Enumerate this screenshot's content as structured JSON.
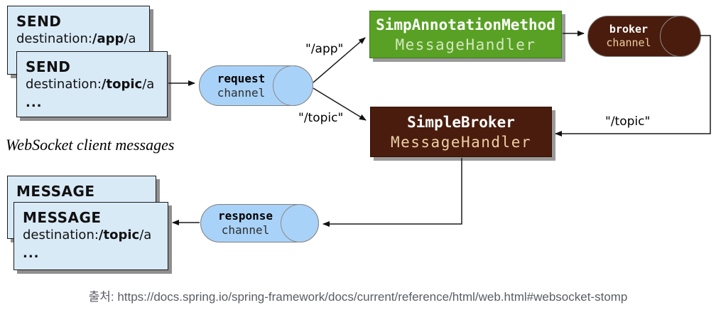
{
  "client": {
    "send_back": {
      "title": "SEND",
      "dest_prefix": "destination:",
      "dest_bold": "/app",
      "dest_suffix": "/a"
    },
    "send_front": {
      "title": "SEND",
      "dest_prefix": "destination:",
      "dest_bold": "/topic",
      "dest_suffix": "/a",
      "ellipsis": "..."
    },
    "caption": "WebSocket client messages",
    "message_back": {
      "title": "MESSAGE"
    },
    "message_front": {
      "title": "MESSAGE",
      "dest_prefix": "destination:",
      "dest_bold": "/topic",
      "dest_suffix": "/a",
      "ellipsis": "..."
    }
  },
  "channels": {
    "request": {
      "name": "request",
      "type": "channel"
    },
    "response": {
      "name": "response",
      "type": "channel"
    },
    "broker": {
      "name": "broker",
      "type": "channel"
    }
  },
  "handlers": {
    "annotation": {
      "line1": "SimpAnnotationMethod",
      "line2": "MessageHandler"
    },
    "simple_broker": {
      "line1": "SimpleBroker",
      "line2": "MessageHandler"
    }
  },
  "labels": {
    "app_route": "\"/app\"",
    "topic_route_left": "\"/topic\"",
    "topic_route_right": "\"/topic\""
  },
  "footer": {
    "citation": "출처: https://docs.spring.io/spring-framework/docs/current/reference/html/web.html#websocket-stomp"
  },
  "colors": {
    "card_blue": "#d9eaf7",
    "pill_blue": "#a9d2f8",
    "handler_green": "#58a124",
    "handler_brown": "#4a1c0d",
    "green_secondary_text": "#d6e7c0",
    "brown_secondary_text": "#ecd0a4",
    "citation_gray": "#5a5d66"
  }
}
